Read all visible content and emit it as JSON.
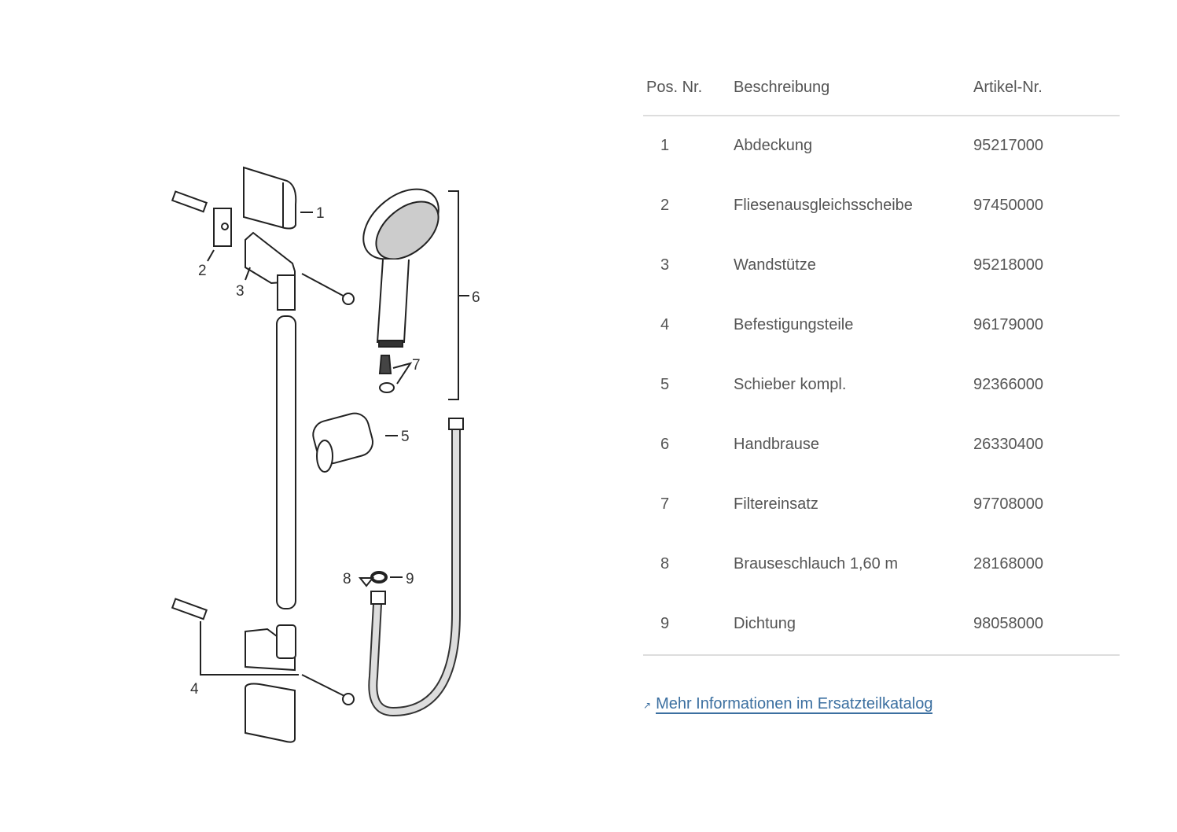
{
  "diagram": {
    "callouts": [
      "1",
      "2",
      "3",
      "4",
      "5",
      "6",
      "7",
      "8",
      "9"
    ]
  },
  "table": {
    "headers": {
      "pos": "Pos. Nr.",
      "desc": "Beschreibung",
      "article": "Artikel-Nr."
    },
    "rows": [
      {
        "pos": "1",
        "desc": "Abdeckung",
        "article": "95217000"
      },
      {
        "pos": "2",
        "desc": "Fliesenausgleichsscheibe",
        "article": "97450000"
      },
      {
        "pos": "3",
        "desc": "Wandstütze",
        "article": "95218000"
      },
      {
        "pos": "4",
        "desc": "Befestigungsteile",
        "article": "96179000"
      },
      {
        "pos": "5",
        "desc": "Schieber kompl.",
        "article": "92366000"
      },
      {
        "pos": "6",
        "desc": "Handbrause",
        "article": "26330400"
      },
      {
        "pos": "7",
        "desc": "Filtereinsatz",
        "article": "97708000"
      },
      {
        "pos": "8",
        "desc": "Brauseschlauch 1,60 m",
        "article": "28168000"
      },
      {
        "pos": "9",
        "desc": "Dichtung",
        "article": "98058000"
      }
    ]
  },
  "link": {
    "icon": "external-link-arrow",
    "arrow": "↗",
    "label": "Mehr Informationen im Ersatzteilkatalog"
  },
  "colors": {
    "link": "#3b6fa0",
    "text": "#555555",
    "rule": "#dddddd"
  }
}
